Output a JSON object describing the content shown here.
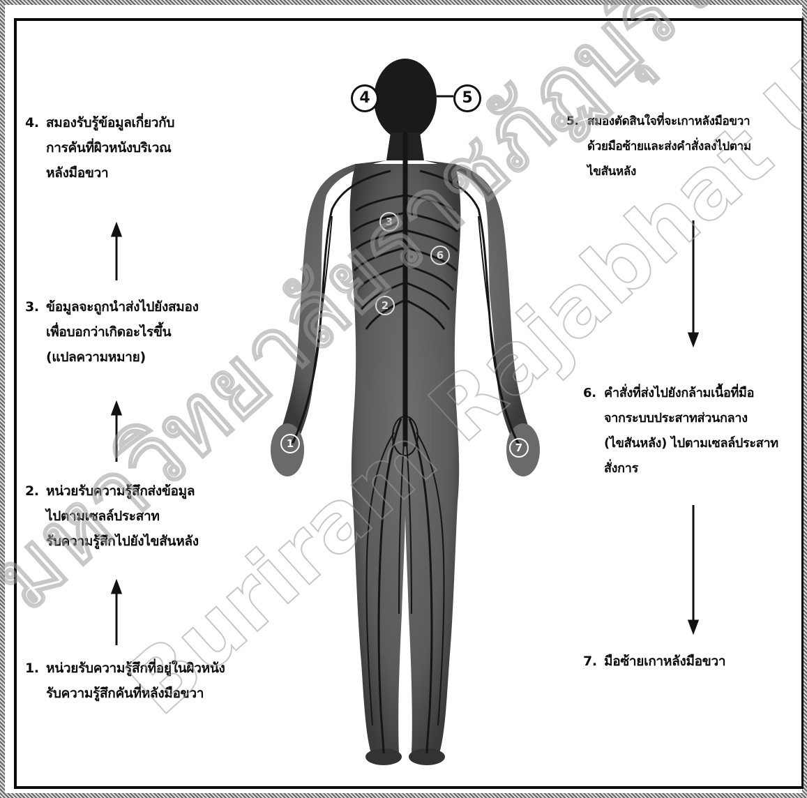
{
  "steps": {
    "s1": {
      "num": "1.",
      "lines": [
        "หน่วยรับความรู้สึกที่อยู่ในผิวหนัง",
        "รับความรู้สึกคันที่หลังมือขวา"
      ]
    },
    "s2": {
      "num": "2.",
      "lines": [
        "หน่วยรับความรู้สึกส่งข้อมูล",
        "ไปตามเซลล์ประสาท",
        "รับความรู้สึกไปยังไขสันหลัง"
      ]
    },
    "s3": {
      "num": "3.",
      "lines": [
        "ข้อมูลจะถูกนำส่งไปยังสมอง",
        "เพื่อบอกว่าเกิดอะไรขึ้น",
        "(แปลความหมาย)"
      ]
    },
    "s4": {
      "num": "4.",
      "lines": [
        "สมองรับรู้ข้อมูลเกี่ยวกับ",
        "การคันที่ผิวหนังบริเวณ",
        "หลังมือขวา"
      ]
    },
    "s5": {
      "num": "5.",
      "lines": [
        "สมองตัดสินใจที่จะเกาหลังมือขวา",
        "ด้วยมือซ้ายและส่งคำสั่งลงไปตาม",
        "ไขสันหลัง"
      ]
    },
    "s6": {
      "num": "6.",
      "lines": [
        "คำสั่งที่ส่งไปยังกล้ามเนื้อที่มือ",
        "จากระบบประสาทส่วนกลาง",
        "(ไขสันหลัง) ไปตามเซลล์ประสาท",
        "สั่งการ"
      ]
    },
    "s7": {
      "num": "7.",
      "lines": [
        "มือซ้ายเกาหลังมือขวา"
      ]
    }
  },
  "callouts": {
    "c1": "1",
    "c2": "2",
    "c3": "3",
    "c4": "4",
    "c5": "5",
    "c6": "6",
    "c7": "7"
  },
  "watermark": {
    "line1": "มหาวิทยาลัยราชภัฏบุรีรัมย์",
    "line2": "Buriram Rajabhat University"
  },
  "colors": {
    "ink": "#0d0d0d",
    "body_gray": "#8a8a8a",
    "nerve_dark": "#1a1a1a",
    "frame": "#0b0b0b"
  }
}
